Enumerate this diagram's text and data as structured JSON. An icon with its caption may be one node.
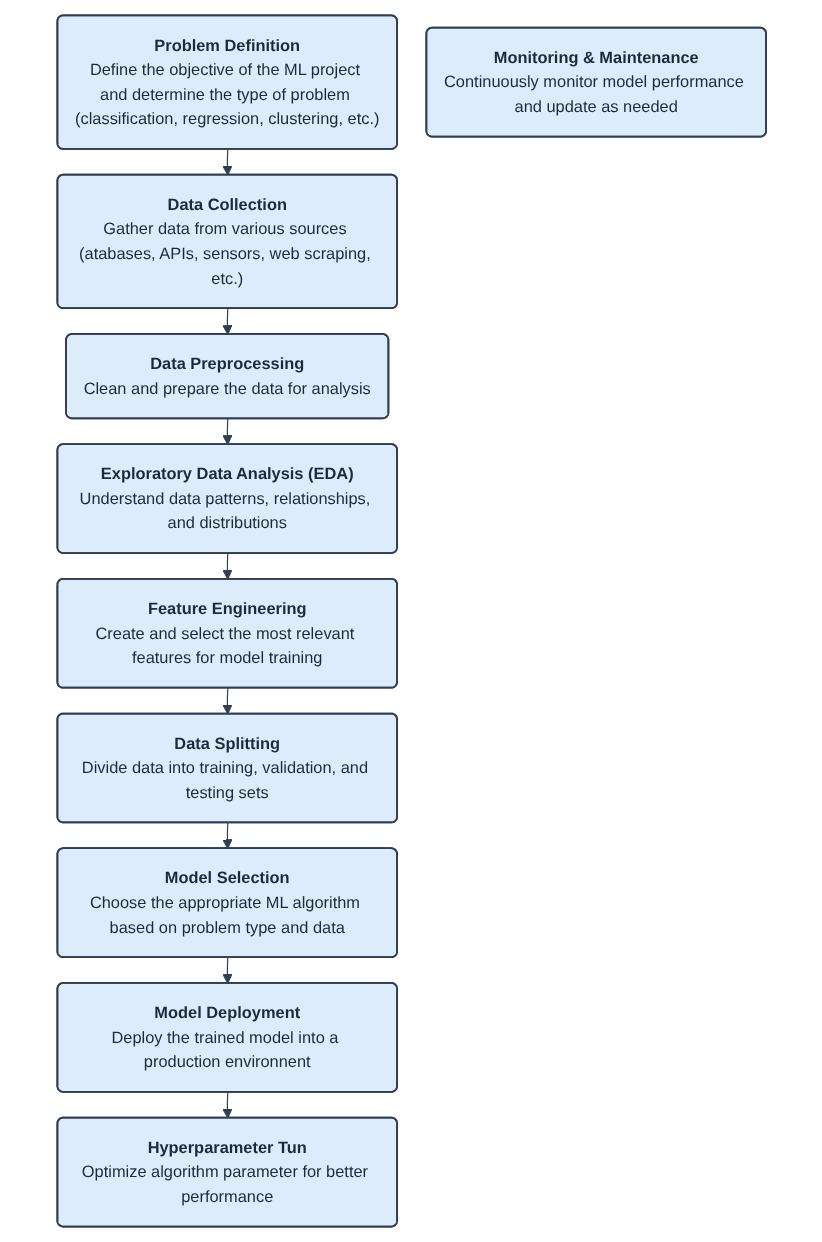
{
  "diagram": {
    "nodes": [
      {
        "text": [
          "Problem Definition",
          "Define the objective of the ML project and determine the type of problem (classification, regression, clustering, etc.)"
        ]
      },
      {
        "text": [
          "Data Collection",
          "Gather data from various sources (atabases, APIs, sensors, web scraping, etc.)"
        ]
      },
      {
        "text": [
          "Data Preprocessing",
          "Clean and prepare the data for analysis"
        ]
      },
      {
        "text": [
          "Exploratory Data Analysis (EDA)",
          "Understand data patterns, relationships, and distributions"
        ]
      },
      {
        "text": [
          "Feature Engineering",
          "Create and select the most relevant features for model training"
        ]
      },
      {
        "text": [
          "Data Splitting",
          "Divide data into training, validation, and testing sets"
        ]
      },
      {
        "text": [
          "Model Selection",
          "Choose the appropriate ML algorithm based on problem type and data"
        ]
      },
      {
        "text": [
          "Hyperparameter Tun",
          "Optimize algorithm parameter for better performance"
        ]
      },
      {
        "text": [
          "Model Deployment",
          "Deploy the trained model into a production environnent"
        ]
      },
      {
        "text": [
          "Monitoring & Maintenance",
          "Continuously monitor model performance and update as needed"
        ]
      }
    ],
    "edges": [
      {
        "from": 0,
        "to": 1,
        "arrow": "to"
      },
      {
        "from": 1,
        "to": 2,
        "arrow": "to"
      },
      {
        "from": 2,
        "to": 3,
        "arrow": "to"
      },
      {
        "from": 3,
        "to": 4,
        "arrow": "to"
      },
      {
        "from": 4,
        "to": 5,
        "arrow": "to"
      },
      {
        "from": 5,
        "to": 6,
        "arrow": "to"
      },
      {
        "from": 6,
        "to": 8,
        "arrow": "to"
      },
      {
        "from": 8,
        "to": 7,
        "arrow": "to"
      }
    ]
  }
}
